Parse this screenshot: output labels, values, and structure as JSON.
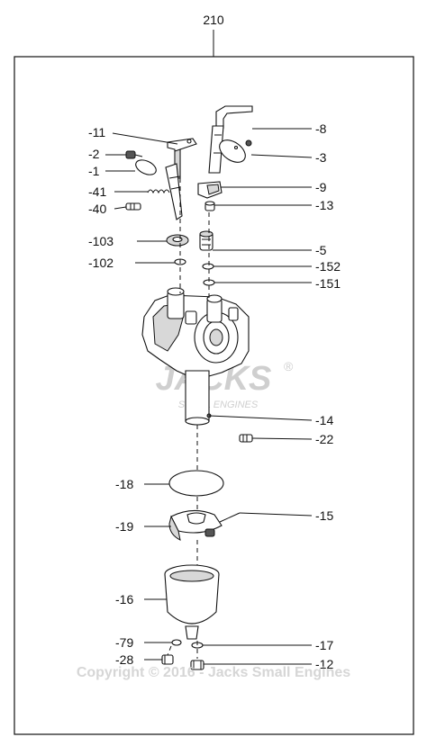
{
  "assembly_number": "210",
  "watermark": {
    "brand": "JACKS",
    "registered_symbol": "®",
    "sub_brand": "SMALL ENGINES",
    "copyright": "Copyright © 2016 - Jacks Small Engines"
  },
  "callouts": {
    "c11": "-11",
    "c2": "-2",
    "c1": "-1",
    "c41": "-41",
    "c40": "-40",
    "c103": "-103",
    "c102": "-102",
    "c8": "-8",
    "c3": "-3",
    "c9": "-9",
    "c13": "-13",
    "c5": "-5",
    "c152": "-152",
    "c151": "-151",
    "c14": "-14",
    "c22": "-22",
    "c18": "-18",
    "c15": "-15",
    "c19": "-19",
    "c16": "-16",
    "c79": "-79",
    "c28": "-28",
    "c17": "-17",
    "c12": "-12"
  }
}
